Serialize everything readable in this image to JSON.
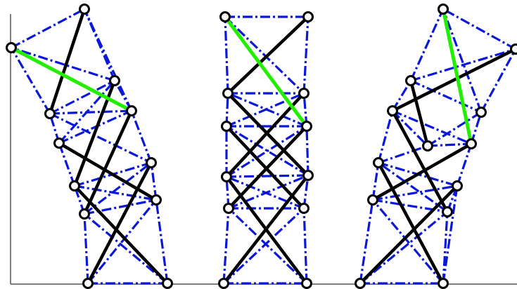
{
  "colors": {
    "dashed": "#0b18d8",
    "solid": "#000000",
    "highlight": "#22ee00",
    "node_stroke": "#000000",
    "axis": "#555555"
  },
  "structures": [
    {
      "id": "left-tower",
      "state": "leaning-left"
    },
    {
      "id": "middle-tower",
      "state": "upright"
    },
    {
      "id": "right-tower",
      "state": "leaning-right"
    }
  ]
}
